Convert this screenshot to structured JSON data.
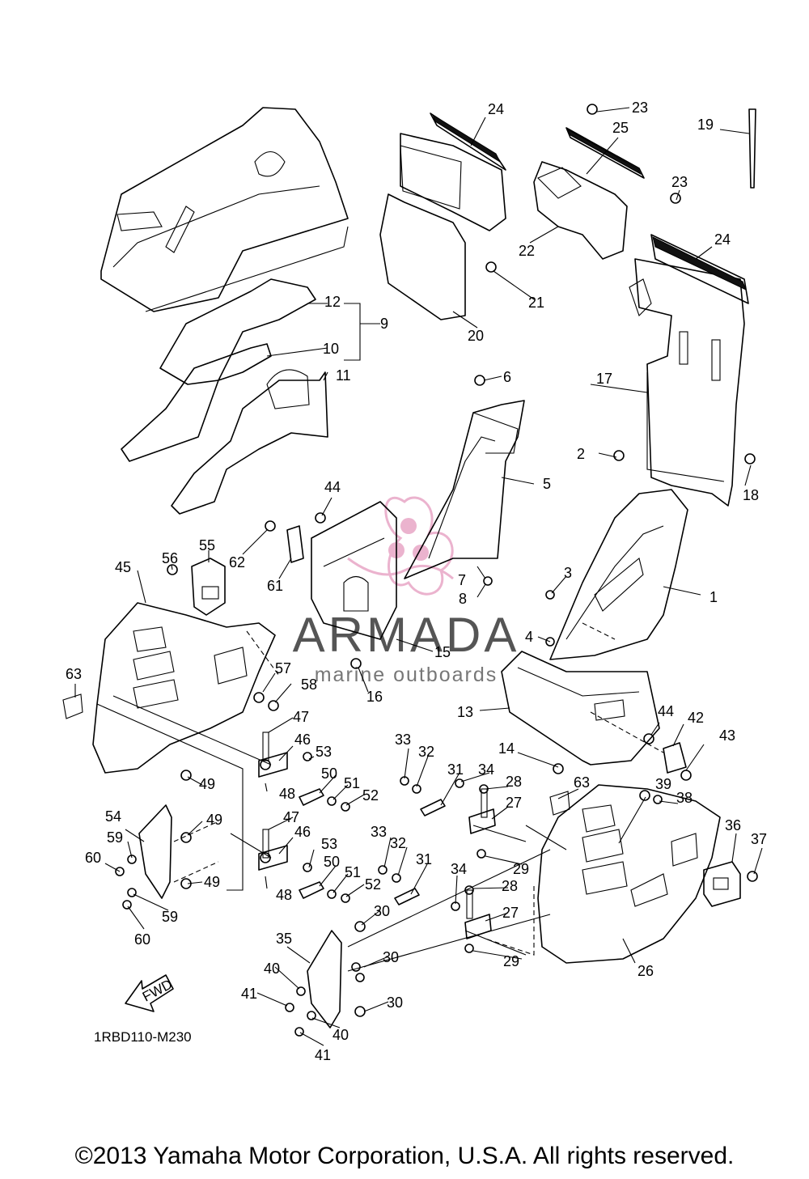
{
  "drawing_code": "1RBD110-M230",
  "copyright": "©2013 Yamaha Motor Corporation, U.S.A. All rights reserved.",
  "watermark": {
    "title": "ARMADA",
    "subtitle": "marine outboards",
    "logo_color": "#e8a6c6"
  },
  "fwd_label": "FWD",
  "labels": {
    "p1": "1",
    "p2": "2",
    "p3": "3",
    "p4": "4",
    "p5": "5",
    "p6": "6",
    "p7": "7",
    "p8": "8",
    "p9": "9",
    "p10": "10",
    "p11": "11",
    "p12": "12",
    "p13": "13",
    "p14": "14",
    "p15": "15",
    "p16": "16",
    "p17": "17",
    "p18": "18",
    "p19": "19",
    "p20": "20",
    "p21": "21",
    "p22": "22",
    "p23a": "23",
    "p23b": "23",
    "p24a": "24",
    "p24b": "24",
    "p25": "25",
    "p26": "26",
    "p27a": "27",
    "p27b": "27",
    "p28a": "28",
    "p28b": "28",
    "p29a": "29",
    "p29b": "29",
    "p30a": "30",
    "p30b": "30",
    "p30c": "30",
    "p31a": "31",
    "p31b": "31",
    "p32a": "32",
    "p32b": "32",
    "p33a": "33",
    "p33b": "33",
    "p34a": "34",
    "p34b": "34",
    "p35": "35",
    "p36": "36",
    "p37": "37",
    "p38": "38",
    "p39": "39",
    "p40a": "40",
    "p40b": "40",
    "p41a": "41",
    "p41b": "41",
    "p42": "42",
    "p43": "43",
    "p44a": "44",
    "p44b": "44",
    "p45": "45",
    "p46a": "46",
    "p46b": "46",
    "p47a": "47",
    "p47b": "47",
    "p48a": "48",
    "p48b": "48",
    "p49a": "49",
    "p49b": "49",
    "p49c": "49",
    "p50a": "50",
    "p50b": "50",
    "p51a": "51",
    "p51b": "51",
    "p52a": "52",
    "p52b": "52",
    "p53a": "53",
    "p53b": "53",
    "p54": "54",
    "p55": "55",
    "p56": "56",
    "p57": "57",
    "p58": "58",
    "p59a": "59",
    "p59b": "59",
    "p60a": "60",
    "p60b": "60",
    "p61": "61",
    "p62": "62",
    "p63a": "63",
    "p63b": "63"
  }
}
